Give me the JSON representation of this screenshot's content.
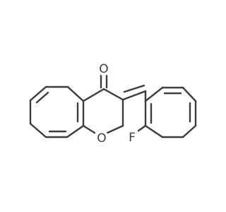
{
  "molecule": {
    "atoms": {
      "carbonyl_oxygen": "O",
      "ring_oxygen": "O",
      "fluorine": "F"
    }
  }
}
